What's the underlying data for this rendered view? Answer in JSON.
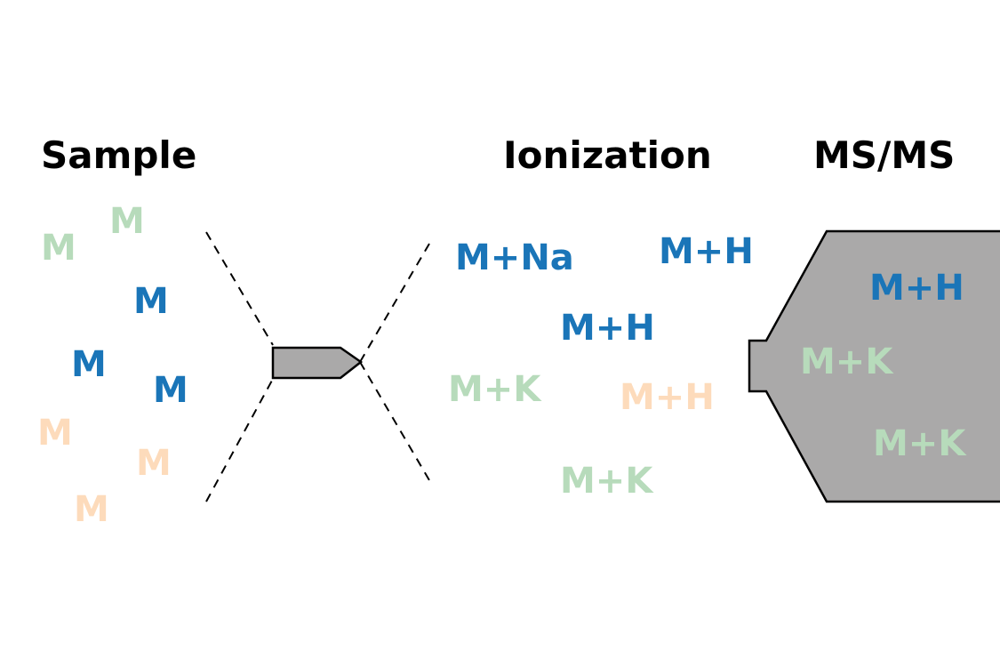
{
  "headings": {
    "sample": "Sample",
    "ionization": "Ionization",
    "msms": "MS/MS"
  },
  "colors": {
    "blue": "#1a75b8",
    "green": "#b7dbbb",
    "peach": "#fddbbb",
    "instrument_fill": "#aaa9a9"
  },
  "sample_molecules": [
    {
      "label": "M",
      "color": "green"
    },
    {
      "label": "M",
      "color": "green"
    },
    {
      "label": "M",
      "color": "blue"
    },
    {
      "label": "M",
      "color": "blue"
    },
    {
      "label": "M",
      "color": "blue"
    },
    {
      "label": "M",
      "color": "peach"
    },
    {
      "label": "M",
      "color": "peach"
    },
    {
      "label": "M",
      "color": "peach"
    }
  ],
  "ionized_species": [
    {
      "label": "M+Na",
      "color": "blue"
    },
    {
      "label": "M+H",
      "color": "blue"
    },
    {
      "label": "M+H",
      "color": "blue"
    },
    {
      "label": "M+K",
      "color": "green"
    },
    {
      "label": "M+H",
      "color": "peach"
    },
    {
      "label": "M+K",
      "color": "green"
    }
  ],
  "msms_species": [
    {
      "label": "M+H",
      "color": "blue"
    },
    {
      "label": "M+K",
      "color": "green"
    },
    {
      "label": "M+K",
      "color": "green"
    }
  ]
}
